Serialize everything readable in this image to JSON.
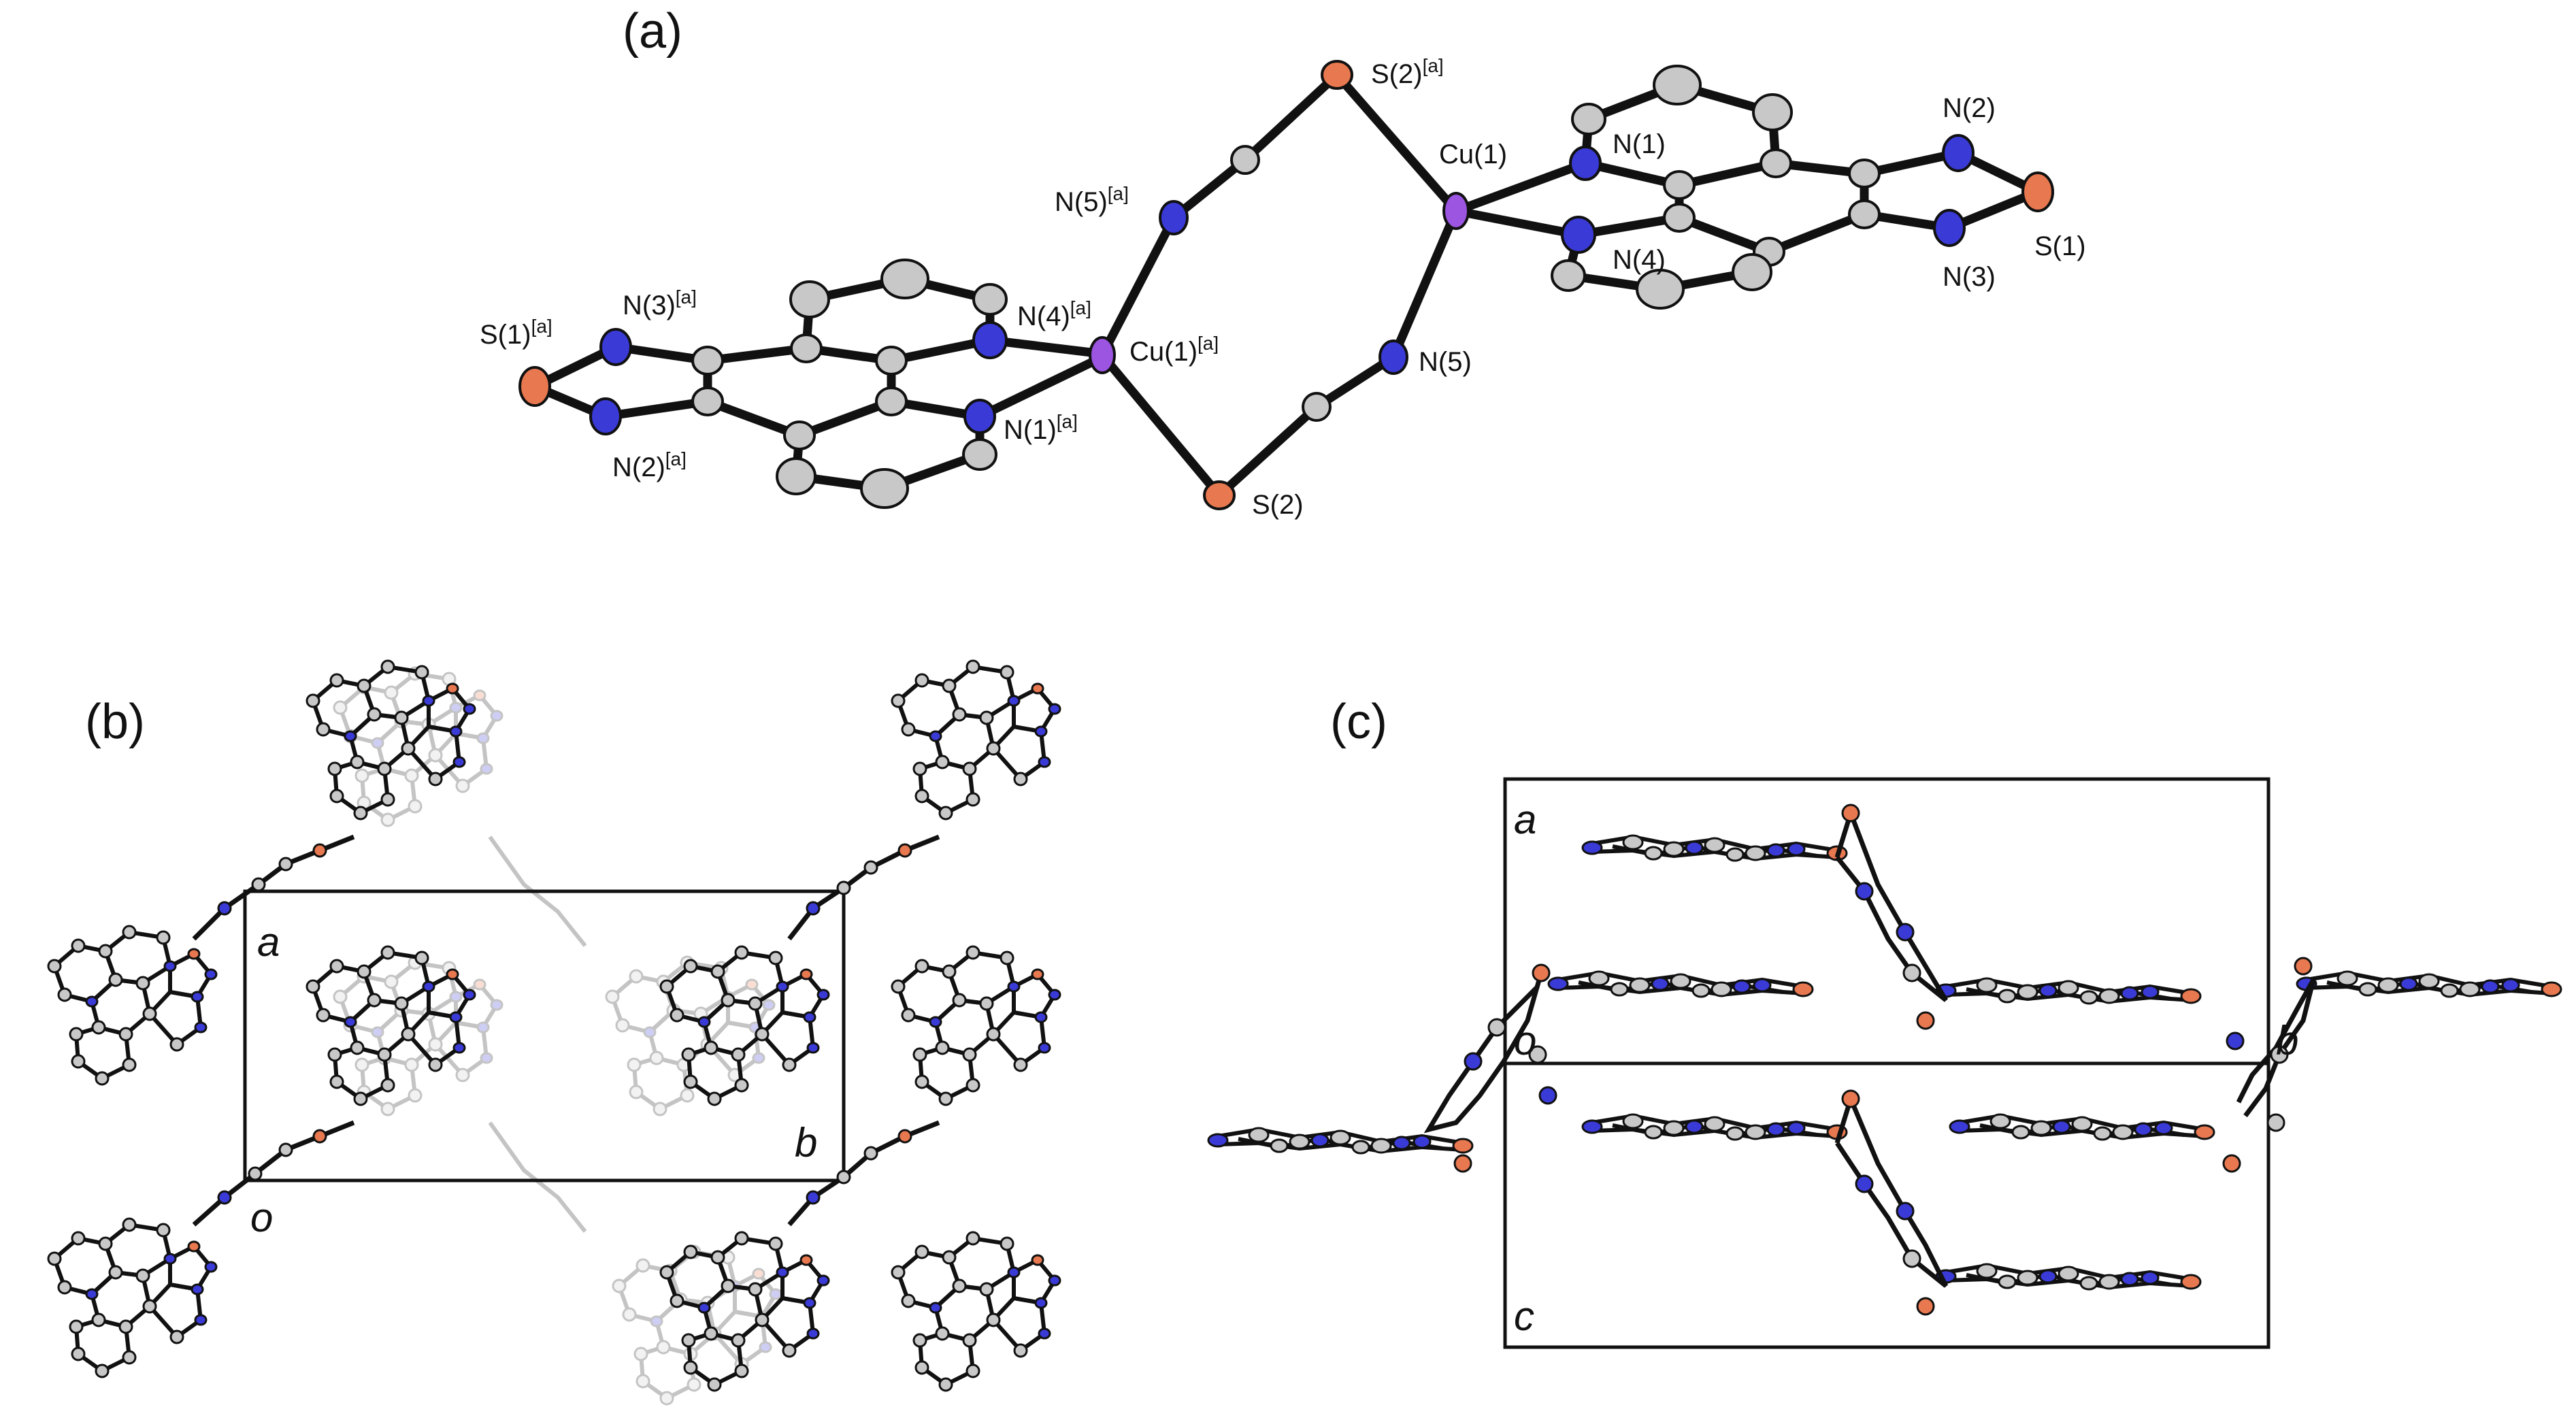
{
  "panels": {
    "a": {
      "label": "(a)"
    },
    "b": {
      "label": "(b)"
    },
    "c": {
      "label": "(c)"
    }
  },
  "atom_labels": {
    "s2a": "S(2)",
    "cu1": "Cu(1)",
    "n1": "N(1)",
    "n2": "N(2)",
    "n5a": "N(5)",
    "n4": "N(4)",
    "s1": "S(1)",
    "n3": "N(3)",
    "n4a": "N(4)",
    "s1a": "S(1)",
    "n3a": "N(3)",
    "cu1a": "Cu(1)",
    "n5": "N(5)",
    "n1a": "N(1)",
    "n2a": "N(2)",
    "s2": "S(2)"
  },
  "symmetry_sup": "[a]",
  "axes_b": {
    "a": "a",
    "b": "b",
    "o": "o"
  },
  "axes_c": {
    "a": "a",
    "o": "o",
    "b": "b",
    "c": "c"
  },
  "colors": {
    "N": "#3a3ad6",
    "S": "#e8784f",
    "Cu": "#9b55e0",
    "C": "#c8c8c8",
    "bond": "#111111"
  }
}
